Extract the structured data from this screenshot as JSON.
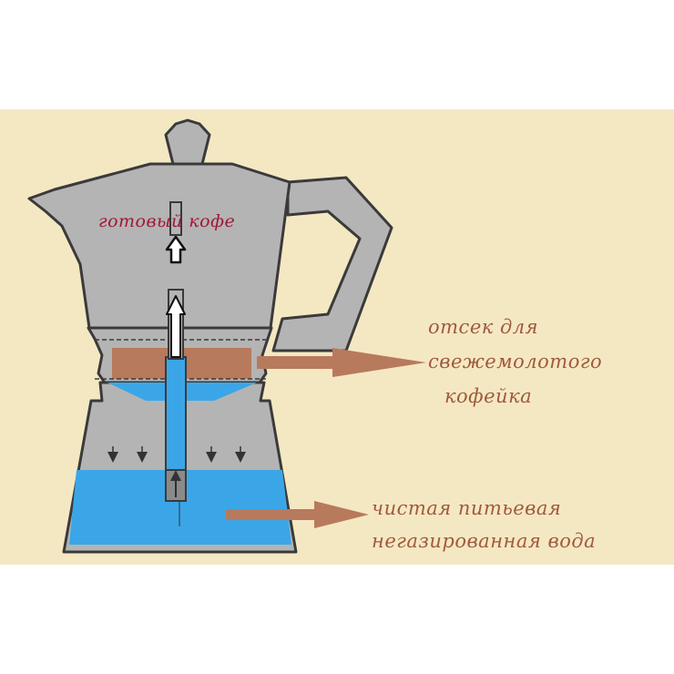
{
  "colors": {
    "page_background": "#ffffff",
    "panel_background": "#f4e8c3",
    "pot_gray": "#b4b4b4",
    "outline": "#3a3a3a",
    "water": "#3aa6e8",
    "coffee_grounds": "#b87a5c",
    "pointer_arrow": "#b87a5c",
    "label_text_coffee": "#a0183a",
    "label_text": "#a05a3c"
  },
  "icons": [
    "pointer-arrow-icon",
    "up-arrow-icon",
    "down-arrow-icon"
  ],
  "labels": {
    "ready_coffee": "готовый кофе",
    "grounds_compartment": {
      "line1": "отсек для",
      "line2": "свежемолотого",
      "line3": "кофейка"
    },
    "water": {
      "line1": "чистая питьевая",
      "line2": "негазированная вода"
    }
  }
}
